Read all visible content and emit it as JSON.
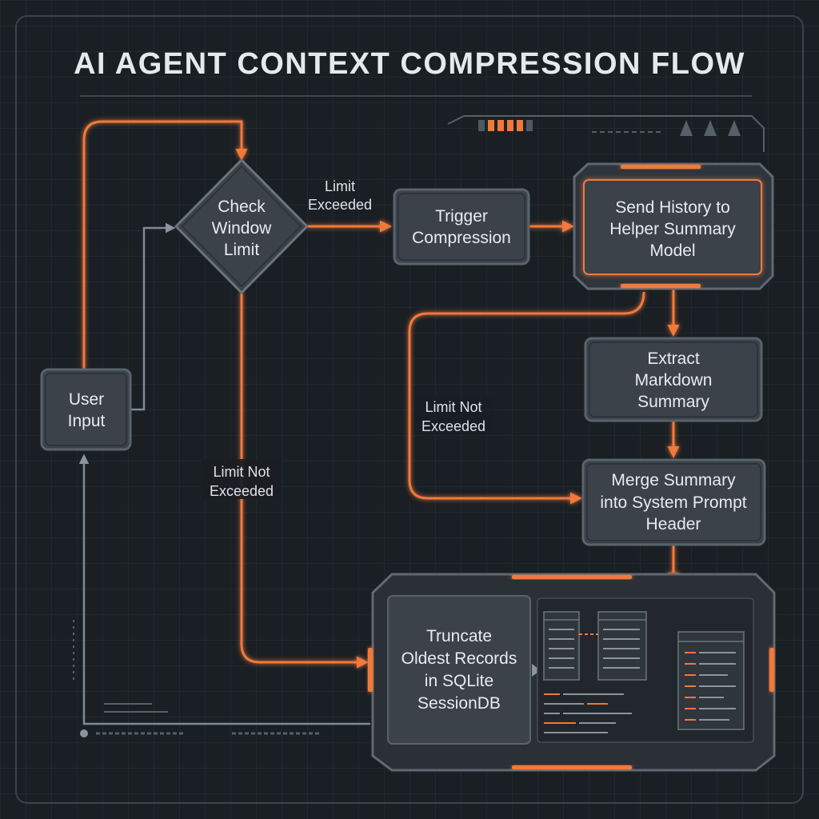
{
  "title": "AI AGENT CONTEXT COMPRESSION FLOW",
  "colors": {
    "background": "#1a1f24",
    "grid": "#283037",
    "box_fill": "#3b4249",
    "box_border": "#59636c",
    "accent_orange": "#f0793a",
    "connector_gray": "#7e8a94",
    "text": "#e8ebee"
  },
  "nodes": {
    "user_input": {
      "label": [
        "User",
        "Input"
      ]
    },
    "check_window_limit": {
      "label": [
        "Check",
        "Window",
        "Limit"
      ]
    },
    "trigger_compression": {
      "label": [
        "Trigger",
        "Compression"
      ]
    },
    "send_history": {
      "label": [
        "Send History to",
        "Helper Summary",
        "Model"
      ]
    },
    "extract_summary": {
      "label": [
        "Extract",
        "Markdown",
        "Summary"
      ]
    },
    "merge_summary": {
      "label": [
        "Merge Summary",
        "into System Prompt",
        "Header"
      ]
    },
    "truncate_records": {
      "label": [
        "Truncate",
        "Oldest Records",
        "in SQLite",
        "SessionDB"
      ]
    }
  },
  "edge_labels": {
    "limit_exceeded": [
      "Limit",
      "Exceeded"
    ],
    "limit_not_exceeded_left": [
      "Limit Not",
      "Exceeded"
    ],
    "limit_not_exceeded_right": [
      "Limit Not",
      "Exceeded"
    ]
  }
}
